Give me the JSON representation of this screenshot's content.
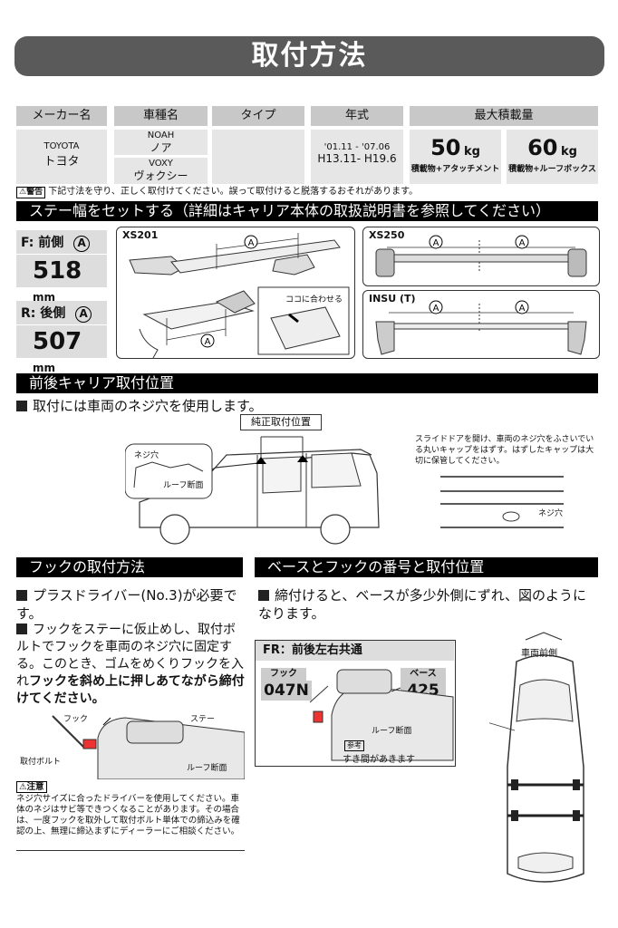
{
  "title": "取付方法",
  "table": {
    "headers": [
      "メーカー名",
      "車種名",
      "タイプ",
      "年式",
      "最大積載量"
    ],
    "maker_en": "TOYOTA",
    "maker_jp": "トヨタ",
    "model1_en": "NOAH",
    "model1_jp": "ノア",
    "model2_en": "VOXY",
    "model2_jp": "ヴォクシー",
    "year1": "'01.11 - '07.06",
    "year2": "H13.11- H19.6",
    "load1_value": "50",
    "load1_unit": "kg",
    "load1_note": "積載物+アタッチメント",
    "load2_value": "60",
    "load2_unit": "kg",
    "load2_note": "積載物+ルーフボックス"
  },
  "warning": {
    "tag": "警告",
    "text": "下記寸法を守り、正しく取付けてください。誤って取付けると脱落するおそれがあります。"
  },
  "stay_section": {
    "title": "ステー幅をセットする（詳細はキャリア本体の取扱説明書を参照してください）",
    "front_label": "F: 前側",
    "front_value": "518",
    "rear_label": "R: 後側",
    "rear_value": "507",
    "unit": "mm",
    "circle": "A",
    "xs201": "XS201",
    "xs250": "XS250",
    "insu": "INSU (T)",
    "align_note": "ココに合わせる"
  },
  "position_section": {
    "title": "前後キャリア取付位置",
    "lead": "取付には車両のネジ穴を使用します。",
    "genuine": "純正取付位置",
    "screw_hole": "ネジ穴",
    "roof_section": "ルーフ断面",
    "note": "スライドドアを開け、車両のネジ穴をふさいでいる丸いキャップをはずす。はずしたキャップは大切に保管してください。",
    "screw_hole2": "ネジ穴"
  },
  "hook_section": {
    "title": "フックの取付方法",
    "p1": "プラスドライバー(No.3)が必要です。",
    "p2_a": "フックをステーに仮止めし、取付ボルトでフックを車両のネジ穴に固定する。このとき、ゴムをめくりフックを入れ",
    "p2_b": "フックを斜め上に押しあてながら締付けてください。",
    "hook": "フック",
    "stay": "ステー",
    "bolt": "取付ボルト",
    "roof": "ルーフ断面",
    "caution_tag": "注意",
    "caution_text": "ネジ穴サイズに合ったドライバーを使用してください。車体のネジはサビ等できつくなることがあります。その場合は、一度フックを取外して取付ボルト単体での締込みを確認の上、無理に締込まずにディーラーにご相談ください。"
  },
  "base_section": {
    "title": "ベースとフックの番号と取付位置",
    "text": "締付けると、ベースが多少外側にずれ、図のようになります。",
    "fr_label": "FR：前後左右共通",
    "hook_label": "フック",
    "hook_value": "047N",
    "base_label": "ベース",
    "base_value": "425",
    "roof": "ルーフ断面",
    "ref_tag": "参考",
    "gap": "すき間があきます",
    "front": "車両前側"
  }
}
